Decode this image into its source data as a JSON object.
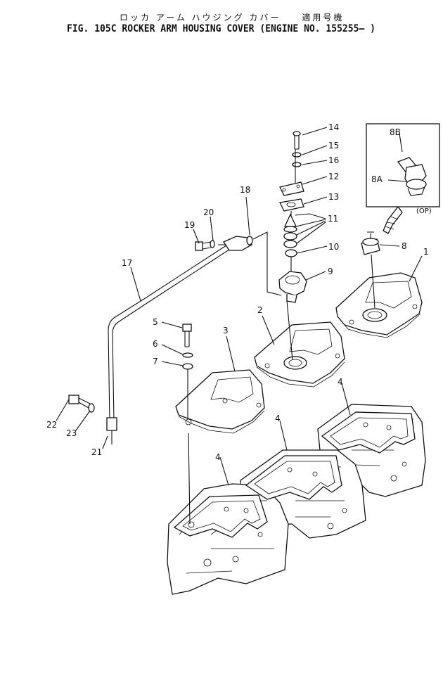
{
  "header": {
    "title_jp": "ロッカ アーム ハウジング カバー　　適用号機",
    "title_en": "FIG. 105C  ROCKER ARM HOUSING COVER (ENGINE NO. 155255— )"
  },
  "inset": {
    "label_8b": "8B",
    "label_8a": "8A",
    "tag": "(OP)"
  },
  "callouts": [
    {
      "id": "14",
      "label": "14"
    },
    {
      "id": "15",
      "label": "15"
    },
    {
      "id": "16",
      "label": "16"
    },
    {
      "id": "12",
      "label": "12"
    },
    {
      "id": "13",
      "label": "13"
    },
    {
      "id": "18",
      "label": "18"
    },
    {
      "id": "11",
      "label": "11"
    },
    {
      "id": "10",
      "label": "10"
    },
    {
      "id": "20",
      "label": "20"
    },
    {
      "id": "19",
      "label": "19"
    },
    {
      "id": "8",
      "label": "8"
    },
    {
      "id": "1",
      "label": "1"
    },
    {
      "id": "9",
      "label": "9"
    },
    {
      "id": "17",
      "label": "17"
    },
    {
      "id": "2",
      "label": "2"
    },
    {
      "id": "5",
      "label": "5"
    },
    {
      "id": "3",
      "label": "3"
    },
    {
      "id": "6",
      "label": "6"
    },
    {
      "id": "7",
      "label": "7"
    },
    {
      "id": "4a",
      "label": "4"
    },
    {
      "id": "4b",
      "label": "4"
    },
    {
      "id": "4c",
      "label": "4"
    },
    {
      "id": "22",
      "label": "22"
    },
    {
      "id": "23",
      "label": "23"
    },
    {
      "id": "21",
      "label": "21"
    }
  ]
}
